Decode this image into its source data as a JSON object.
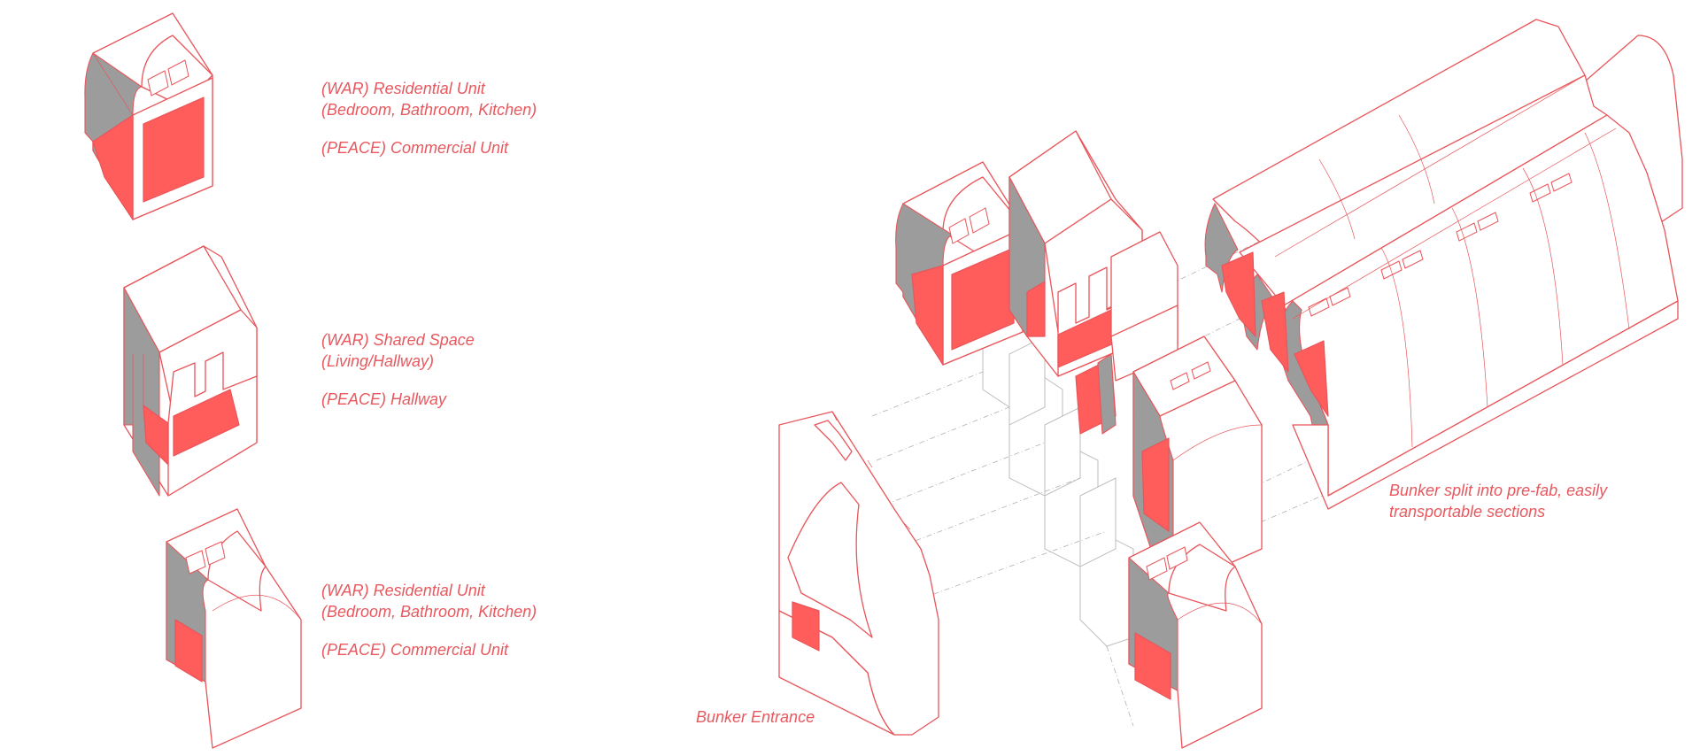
{
  "labels": {
    "unit1": {
      "war": "(WAR) Residential Unit",
      "war_detail": "(Bedroom, Bathroom, Kitchen)",
      "peace": "(PEACE) Commercial Unit"
    },
    "unit2": {
      "war": "(WAR) Shared Space",
      "war_detail": "(Living/Hallway)",
      "peace": "(PEACE) Hallway"
    },
    "unit3": {
      "war": "(WAR) Residential Unit",
      "war_detail": "(Bedroom, Bathroom, Kitchen)",
      "peace": "(PEACE) Commercial Unit"
    },
    "bunker_entrance": "Bunker Entrance",
    "bunker_split_line1": "Bunker split into pre-fab, easily",
    "bunker_split_line2": "transportable sections"
  },
  "colors": {
    "accent_red": "#ff5c5c",
    "line_red": "#e8555a",
    "text_red": "#e8585e",
    "section_grey": "#9c9c9c",
    "background": "#ffffff"
  }
}
